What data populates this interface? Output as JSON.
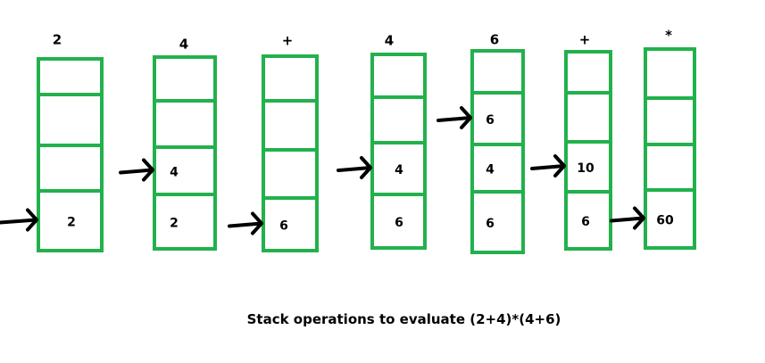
{
  "diagram": {
    "caption": "Stack operations to evaluate (2+4)*(4+6)",
    "stroke_color": "#22b14c",
    "arrow_color": "#000000",
    "stacks": [
      {
        "token": "2",
        "cells": [
          "",
          "",
          "",
          "2"
        ],
        "pointer": 3
      },
      {
        "token": "4",
        "cells": [
          "",
          "",
          "4",
          "2"
        ],
        "pointer": 2
      },
      {
        "token": "+",
        "cells": [
          "",
          "",
          "",
          "6"
        ],
        "pointer": 3
      },
      {
        "token": "4",
        "cells": [
          "",
          "",
          "4",
          "6"
        ],
        "pointer": 2
      },
      {
        "token": "6",
        "cells": [
          "",
          "6",
          "4",
          "6"
        ],
        "pointer": 1
      },
      {
        "token": "+",
        "cells": [
          "",
          "",
          "10",
          "6"
        ],
        "pointer": 2
      },
      {
        "token": "*",
        "cells": [
          "",
          "",
          "",
          "60"
        ],
        "pointer": 3
      }
    ]
  }
}
